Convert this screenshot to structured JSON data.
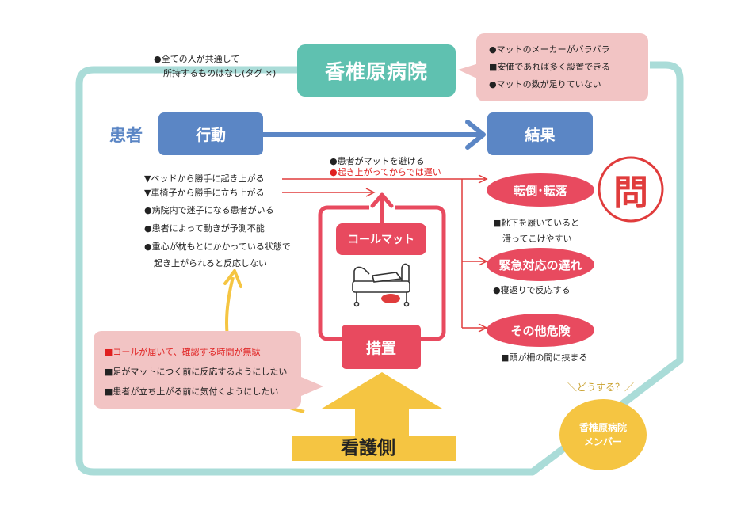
{
  "hospital": {
    "title": "香椎原病院",
    "left_note_lines": [
      "●全ての人が共通して",
      "所持するものはなし(タグ ×)"
    ],
    "issues": [
      "●マットのメーカーがバラバラ",
      "■安価であれば多く設置できる",
      "●マットの数が足りていない"
    ]
  },
  "patient": {
    "label": "患者",
    "action_label": "行動",
    "result_label": "結果",
    "behaviors": [
      "▼ベッドから勝手に起き上がる",
      "▼車椅子から勝手に立ち上がる",
      "●病院内で迷子になる患者がいる",
      "●患者によって動きが予測不能",
      "●重心が枕もとにかかっている状態で",
      "起き上がられると反応しない"
    ],
    "mat_avoid_note": "●患者がマットを避ける",
    "too_late_note": "●起き上がってからでは遅い"
  },
  "results": [
    {
      "label": "転倒･転落",
      "note_lines": [
        "■靴下を履いていると",
        "滑ってこけやすい"
      ]
    },
    {
      "label": "緊急対応の遅れ",
      "note_lines": [
        "●寝返りで反応する"
      ]
    },
    {
      "label": "その他危険",
      "note_lines": [
        "■頭が柵の間に挟まる"
      ]
    }
  ],
  "stamp": "問",
  "measures": {
    "title": "措置",
    "call_mat": "コールマット",
    "nursing_side": "看護側",
    "nursing_notes": [
      "■コールが届いて、確認する時間が無駄",
      "■足がマットにつく前に反応するようにしたい",
      "■患者が立ち上がる前に気付くようにしたい"
    ]
  },
  "members": {
    "question": "＼どうする？／",
    "circle_lines": [
      "香椎原病院",
      "メンバー"
    ]
  },
  "colors": {
    "teal": "#5fc1b0",
    "teal_frame": "#aadcd8",
    "blue": "#5b86c5",
    "red": "#e84a5f",
    "pink": "#f2c4c4",
    "yellow": "#f5c542",
    "arrow_red": "#e03c3c"
  }
}
